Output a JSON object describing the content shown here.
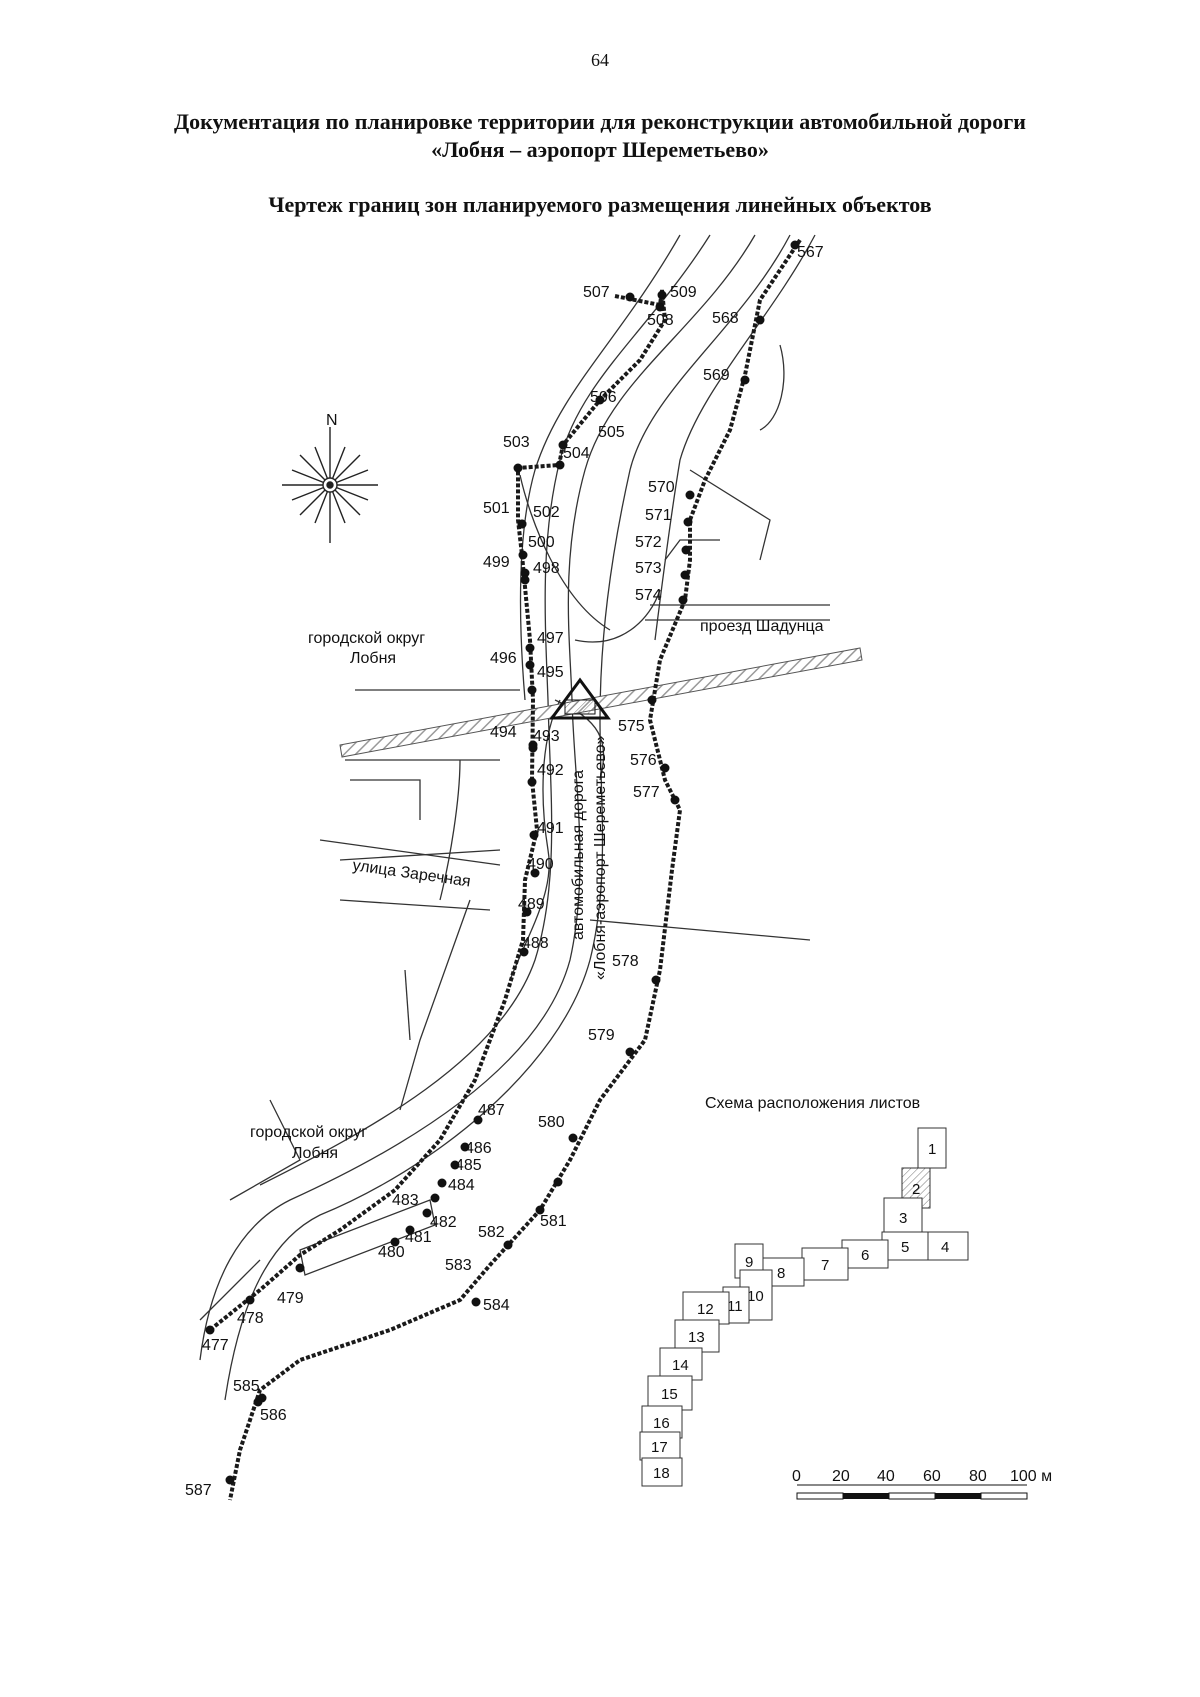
{
  "page_number": "64",
  "title_line1": "Документация по планировке территории для реконструкции автомобильной дороги",
  "title_line2": "«Лобня – аэропорт Шереметьево»",
  "subtitle": "Чертеж границ зон планируемого размещения линейных объектов",
  "north_label": "N",
  "place_labels": {
    "district_top_l1": "городской округ",
    "district_top_l2": "Лобня",
    "district_bottom_l1": "городской округ",
    "district_bottom_l2": "Лобня",
    "street_shadunca": "проезд Шадунца",
    "street_zarechnaya": "улица Заречная",
    "road_l1": "автомобильная дорога",
    "road_l2": "«Лобня-аэропорт Шереметьево»"
  },
  "boundary_points": {
    "left": [
      "507",
      "508",
      "509",
      "506",
      "505",
      "504",
      "503",
      "501",
      "502",
      "500",
      "499",
      "498",
      "497",
      "496",
      "495",
      "494",
      "493",
      "492",
      "491",
      "490",
      "489",
      "488",
      "487",
      "486",
      "485",
      "484",
      "483",
      "482",
      "481",
      "480",
      "479",
      "478",
      "477"
    ],
    "right": [
      "567",
      "568",
      "569",
      "570",
      "571",
      "572",
      "573",
      "574",
      "575",
      "576",
      "577",
      "578",
      "579",
      "580",
      "581",
      "582",
      "583",
      "584",
      "585",
      "586",
      "587"
    ]
  },
  "sheet_scheme": {
    "title": "Схема расположения листов",
    "sheets": [
      "1",
      "2",
      "3",
      "4",
      "5",
      "6",
      "7",
      "8",
      "9",
      "10",
      "11",
      "12",
      "13",
      "14",
      "15",
      "16",
      "17",
      "18"
    ],
    "current_sheet": "2"
  },
  "scale_bar": {
    "ticks": [
      "0",
      "20",
      "40",
      "60",
      "80",
      "100 м"
    ]
  },
  "colors": {
    "boundary": "#1a1a1a",
    "road_line": "#222222",
    "railway_hatch": "#bdbdbd"
  }
}
